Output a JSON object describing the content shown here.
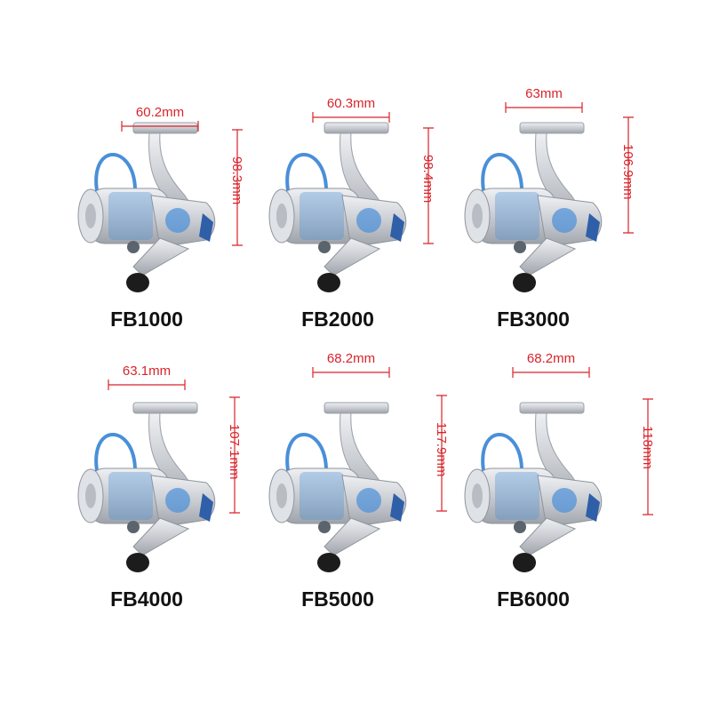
{
  "colors": {
    "dimension": "#d8232a",
    "accent_blue": "#4a8fd8",
    "body_silver": "#c9ccd1",
    "knob": "#1c1c1c"
  },
  "icons": [
    "spinning-reel-icon"
  ],
  "reels": [
    {
      "model": "FB1000",
      "width": "60.2mm",
      "height": "98.3mm"
    },
    {
      "model": "FB2000",
      "width": "60.3mm",
      "height": "98.4mm"
    },
    {
      "model": "FB3000",
      "width": "63mm",
      "height": "106.9mm"
    },
    {
      "model": "FB4000",
      "width": "63.1mm",
      "height": "107.1mm"
    },
    {
      "model": "FB5000",
      "width": "68.2mm",
      "height": "117.9mm"
    },
    {
      "model": "FB6000",
      "width": "68.2mm",
      "height": "118mm"
    }
  ]
}
